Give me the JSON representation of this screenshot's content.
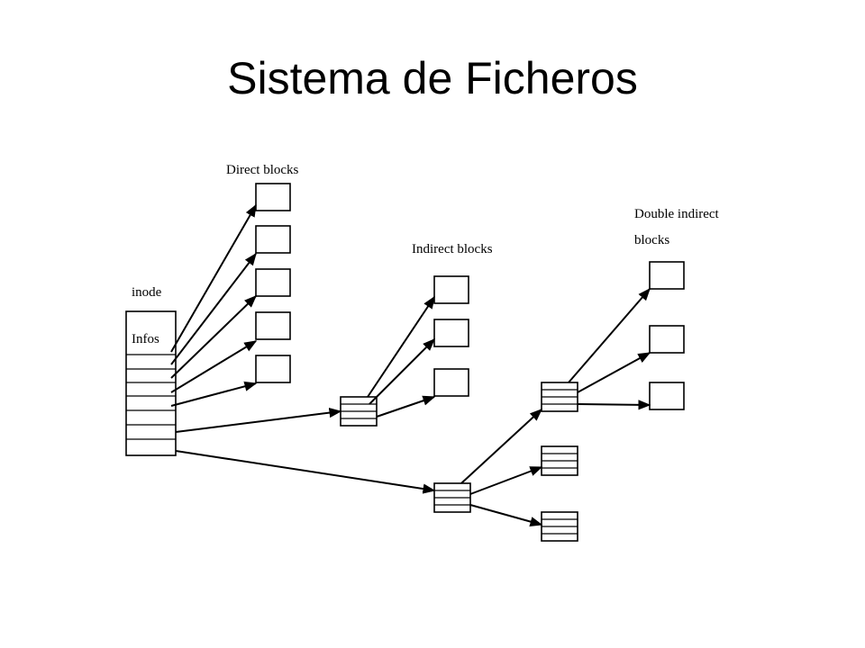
{
  "slide": {
    "title": "Sistema de Ficheros"
  },
  "diagram": {
    "labels": {
      "direct_blocks": "Direct blocks",
      "indirect_blocks": "Indirect blocks",
      "double_indirect_line1": "Double indirect",
      "double_indirect_line2": "blocks",
      "inode": "inode",
      "infos": "Infos"
    }
  }
}
